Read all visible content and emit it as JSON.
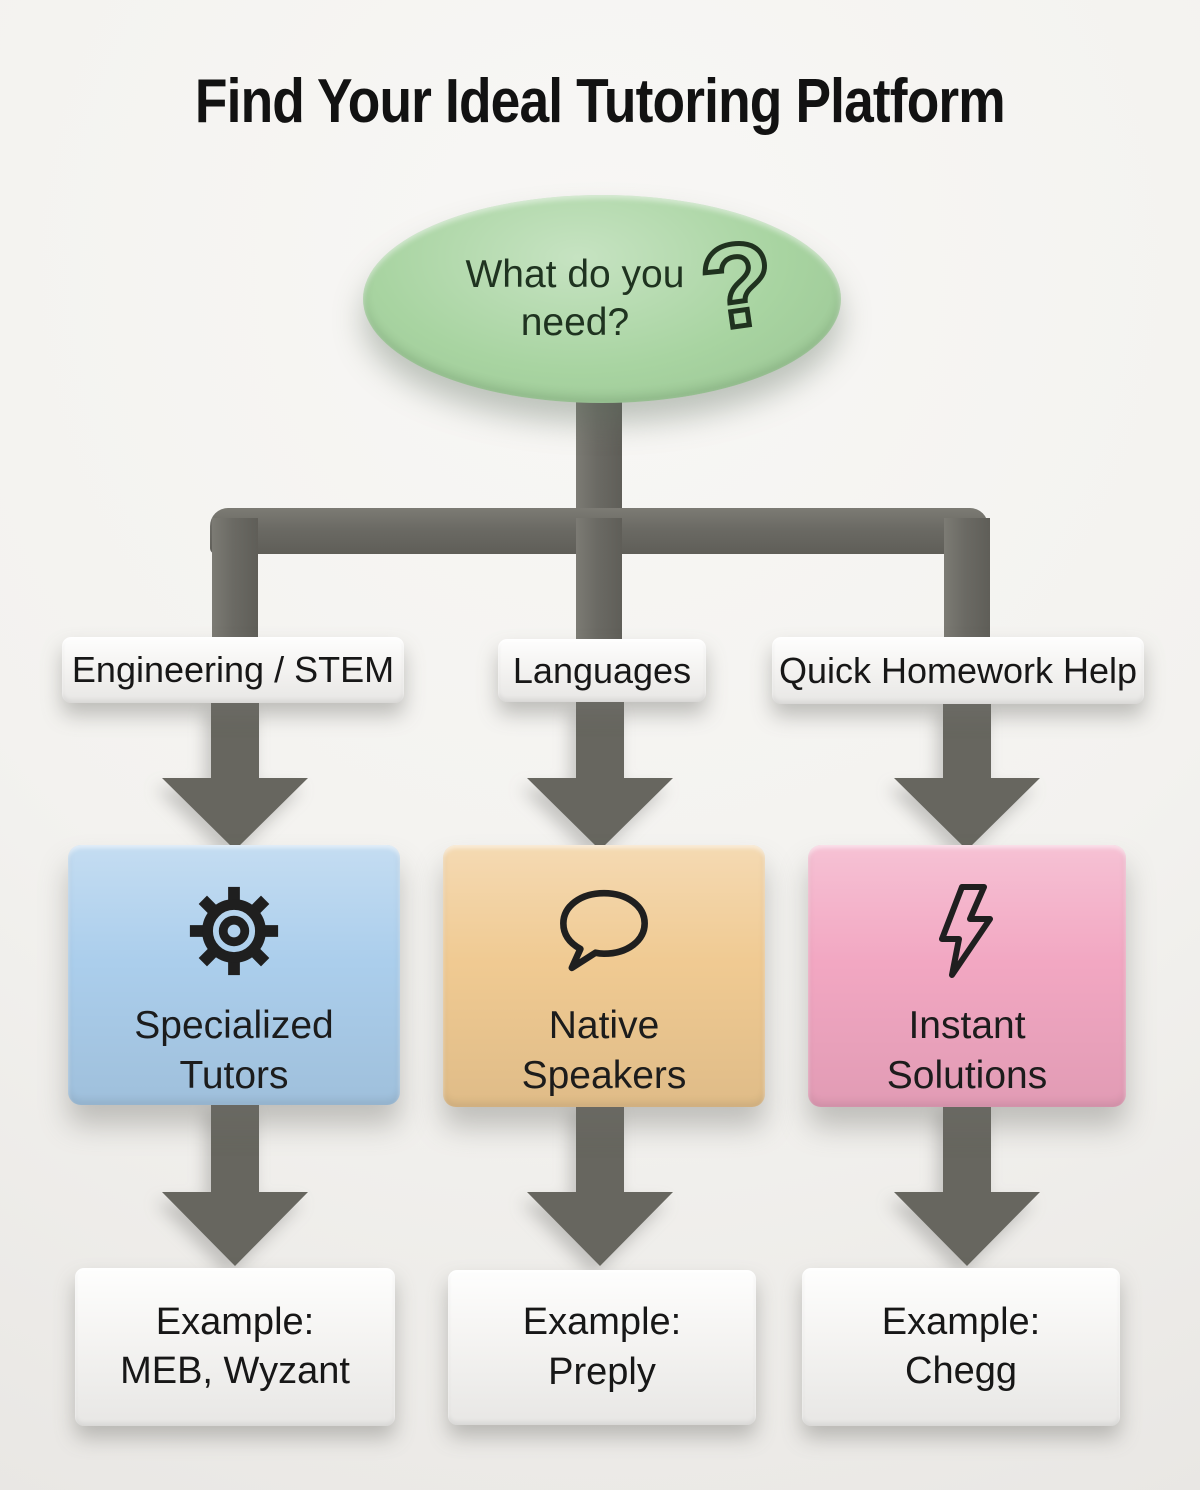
{
  "title": "Find Your Ideal Tutoring Platform",
  "root": {
    "question_line1": "What do you",
    "question_line2": "need?",
    "icon": "question-mark-icon",
    "question_mark": "?"
  },
  "colors": {
    "background": "#f3f2ef",
    "root_green": "#a8d4a1",
    "connector_gray": "#67665f",
    "chip_white": "#f4f3f1",
    "branch_blue": "#abceec",
    "branch_orange": "#f0ca92",
    "branch_pink": "#f2a7c2",
    "text_dark": "#1c1c1c"
  },
  "branches": [
    {
      "label": "Engineering / STEM",
      "icon": "gear-icon",
      "box_line1": "Specialized",
      "box_line2": "Tutors",
      "example_line1": "Example:",
      "example_line2": "MEB, Wyzant",
      "color": "#abceec"
    },
    {
      "label": "Languages",
      "icon": "speech-bubble-icon",
      "box_line1": "Native",
      "box_line2": "Speakers",
      "example_line1": "Example:",
      "example_line2": "Preply",
      "color": "#f0ca92"
    },
    {
      "label": "Quick Homework Help",
      "icon": "lightning-bolt-icon",
      "box_line1": "Instant",
      "box_line2": "Solutions",
      "example_line1": "Example:",
      "example_line2": "Chegg",
      "color": "#f2a7c2"
    }
  ]
}
